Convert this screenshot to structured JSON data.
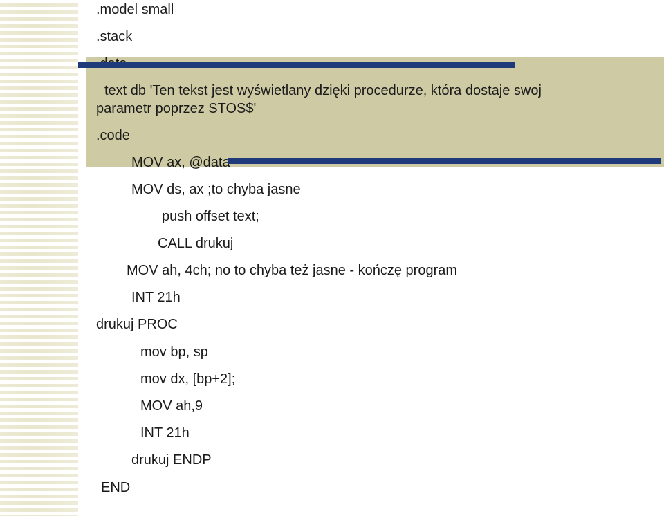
{
  "slide": {
    "accent_colors": {
      "bar": "#1f3a7a",
      "box": "#cecba4",
      "stripe": "#e9e6cd"
    },
    "lines": [
      ".model small",
      ".stack",
      ".data",
      "text db 'Ten tekst jest wyświetlany dzięki procedurze, która dostaje swoj",
      "parametr poprzez STOS$'",
      ".code",
      "MOV ax, @data",
      "MOV ds, ax  ;to chyba jasne",
      "push offset text;",
      "CALL drukuj",
      "MOV ah, 4ch; no to chyba też jasne - kończę program",
      "INT 21h",
      "drukuj PROC",
      "mov bp, sp",
      "mov dx, [bp+2];",
      "MOV ah,9",
      "INT 21h",
      "drukuj ENDP",
      "END"
    ]
  }
}
